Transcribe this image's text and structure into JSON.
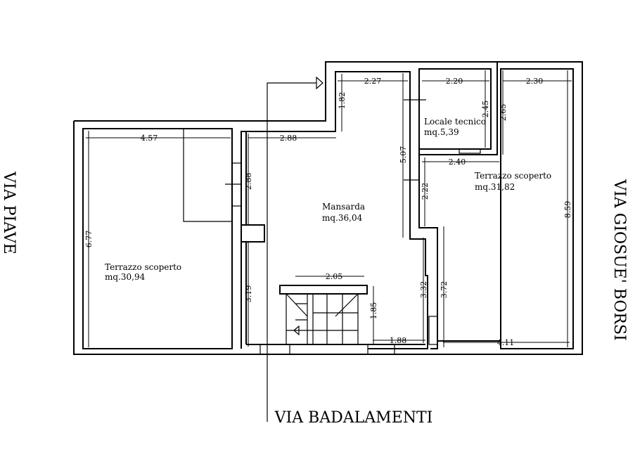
{
  "streets": {
    "left": "VIA PIAVE",
    "right": "VIA GIOSUE' BORSI",
    "bottom": "VIA BADALAMENTI"
  },
  "rooms": [
    {
      "name": "Terrazzo scoperto",
      "area": "mq.30,94"
    },
    {
      "name": "Mansarda",
      "area": "mq.36,04"
    },
    {
      "name": "Locale tecnico",
      "area": "mq.5,39"
    },
    {
      "name": "Terrazzo scoperto",
      "area": "mq.31,82"
    }
  ],
  "dimensions": {
    "left_terrace_width": "4.57",
    "left_terrace_height": "6.77",
    "mansarda_top_width": "2.88",
    "mansarda_left_upper": "2.88",
    "mansarda_left_lower": "3.19",
    "corridor_height": "1.82",
    "corridor_width": "2.27",
    "locale_width": "2.20",
    "locale_height": "2.45",
    "locale_outer_height": "2.65",
    "right_terrace_top_width": "2.30",
    "right_terrace_height": "8.59",
    "mansarda_right_height": "5.07",
    "step_width": "2.40",
    "step_height": "2.22",
    "stair_width": "2.05",
    "stair_height": "1.85",
    "mansarda_lower_right": "3.32",
    "right_terrace_lower": "3.72",
    "mansarda_bottom_width": "1.88",
    "right_terrace_bottom_width": "4.11"
  }
}
